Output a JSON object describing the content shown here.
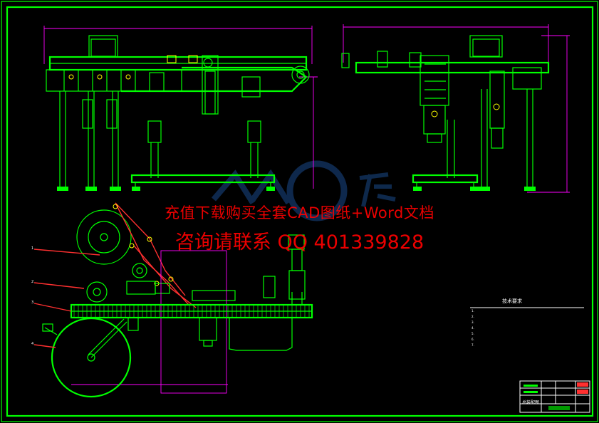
{
  "watermark": {
    "line1": "充值下载购买全套CAD图纸+Word文档",
    "line2": "咨询请联系 QQ 401339828"
  },
  "technical_notes": {
    "title": "技术要求",
    "items": [
      "1.",
      "2.",
      "3.",
      "4.",
      "5.",
      "6.",
      "7."
    ]
  },
  "title_block": {
    "drawing_name": "总装配图"
  },
  "callouts": [
    "1",
    "2",
    "3",
    "4"
  ],
  "colors": {
    "background": "#000000",
    "primary_lines": "#00ff00",
    "watermark_text": "#ff0000",
    "logo": "#1a4a8a",
    "dimensions": "#ff00ff"
  }
}
